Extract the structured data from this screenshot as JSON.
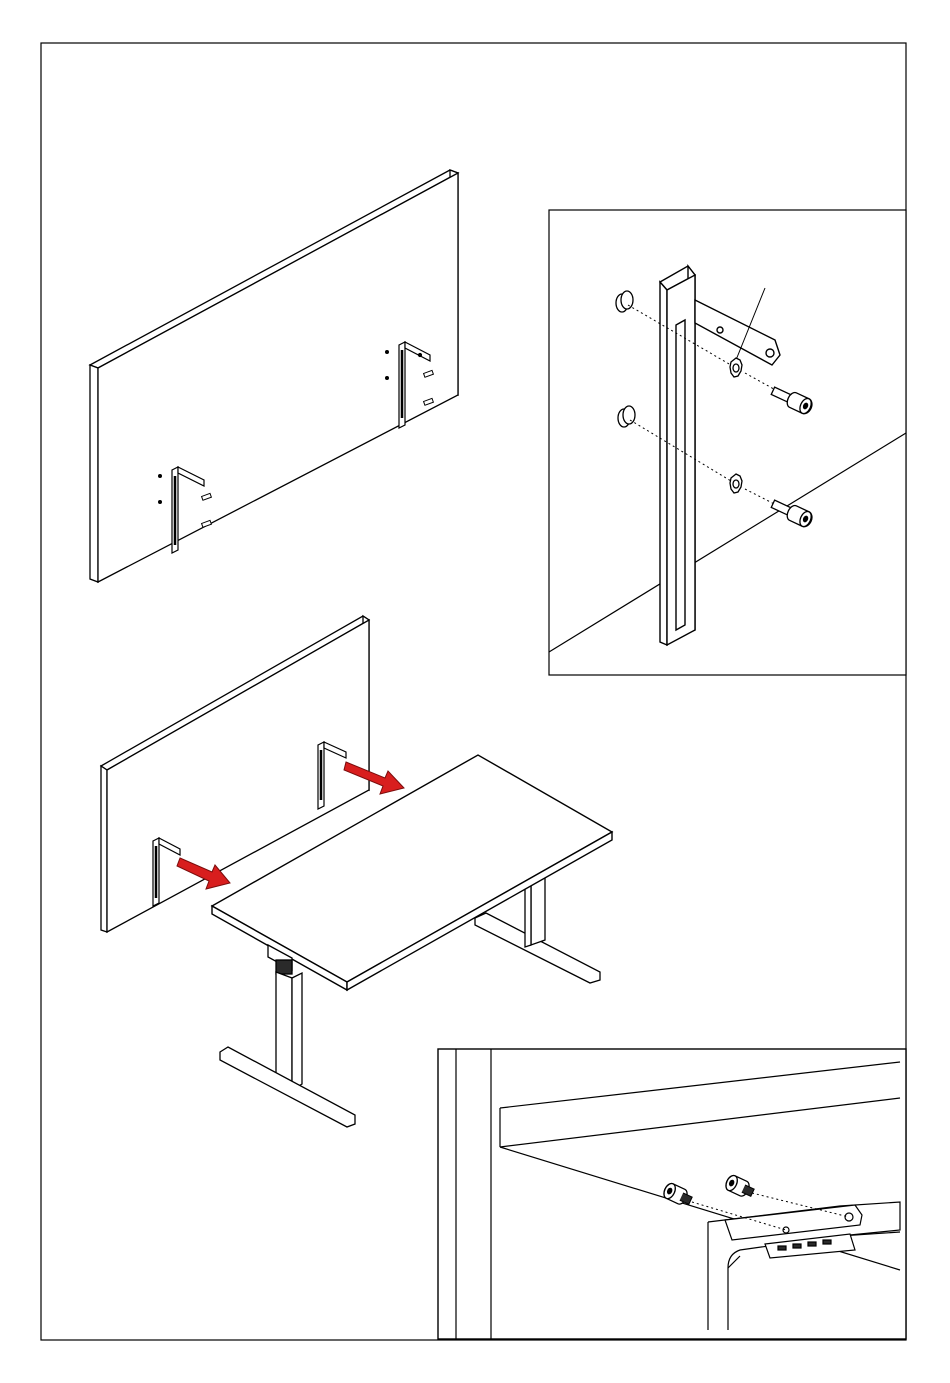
{
  "colors": {
    "line": "#000000",
    "background": "#ffffff",
    "arrow_fill": "#d81e1e",
    "arrow_edge": "#7a0c0c",
    "dark_part": "#2a2a2a"
  },
  "steps": [
    {
      "id": "mount-brackets",
      "description_icon": "screen-with-brackets"
    },
    {
      "id": "detail-bracket-screws",
      "description_icon": "bracket-detail-inset"
    },
    {
      "id": "slide-screen-onto-desk",
      "description_icon": "screen-and-desk"
    },
    {
      "id": "detail-underside-fixing",
      "description_icon": "underside-detail-inset"
    }
  ]
}
